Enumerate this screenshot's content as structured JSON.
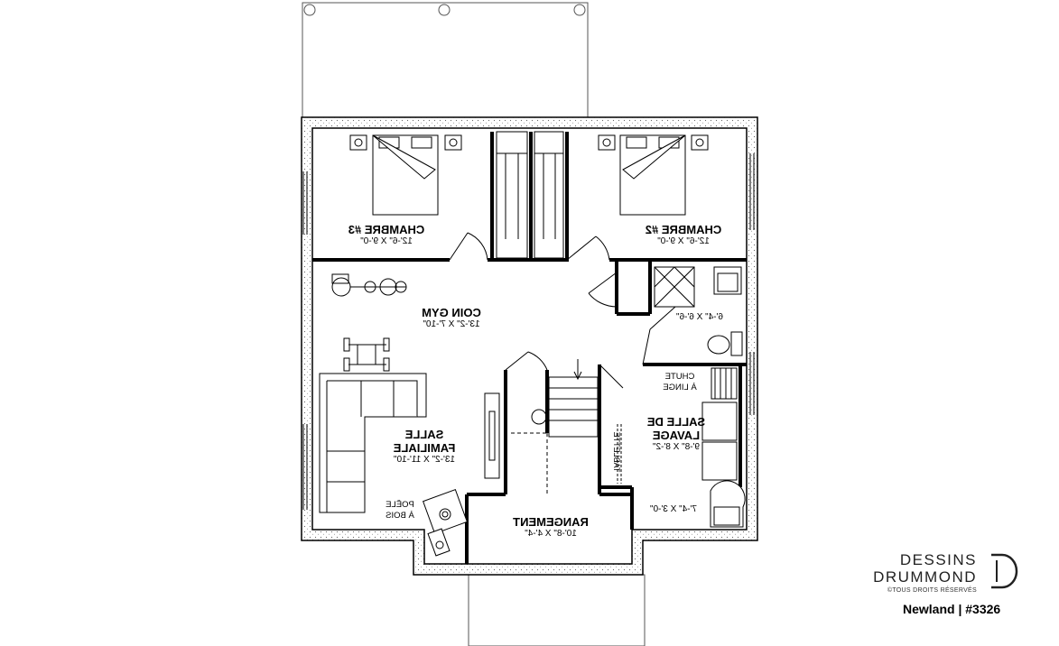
{
  "rooms": {
    "chambre3": {
      "name": "CHAMBRE #3",
      "dims": "12'-6\" X 9'-0\""
    },
    "chambre2": {
      "name": "CHAMBRE #2",
      "dims": "12'-6\" X 9'-0\""
    },
    "coin_gym": {
      "name": "COIN GYM",
      "dims": "13'-2\" X 7'-10\""
    },
    "salle_familiale": {
      "name_line1": "SALLE",
      "name_line2": "FAMILIALE",
      "dims": "13'-2\" X 11'-10\""
    },
    "salle_lavage": {
      "name_line1": "SALLE DE",
      "name_line2": "LAVAGE",
      "dims": "9'-8\" X 8'-2\""
    },
    "rangement": {
      "name": "RANGEMENT",
      "dims": "10'-8\" X 4'-4\""
    },
    "salle_bain": {
      "dims": "6'-4\" X 6'-6\""
    },
    "placard": {
      "dims": "7'-4\" X 3'-0\""
    }
  },
  "labels": {
    "chute_line1": "CHUTE",
    "chute_line2": "À LINGE",
    "poele_line1": "POÊLE",
    "poele_line2": "À BOIS",
    "tablette": "TABLETTE"
  },
  "branding": {
    "brand_line1": "DESSINS",
    "brand_line2": "DRUMMOND",
    "rights": "©TOUS DROITS RÉSERVÉS",
    "model": "Newland | #3326"
  }
}
